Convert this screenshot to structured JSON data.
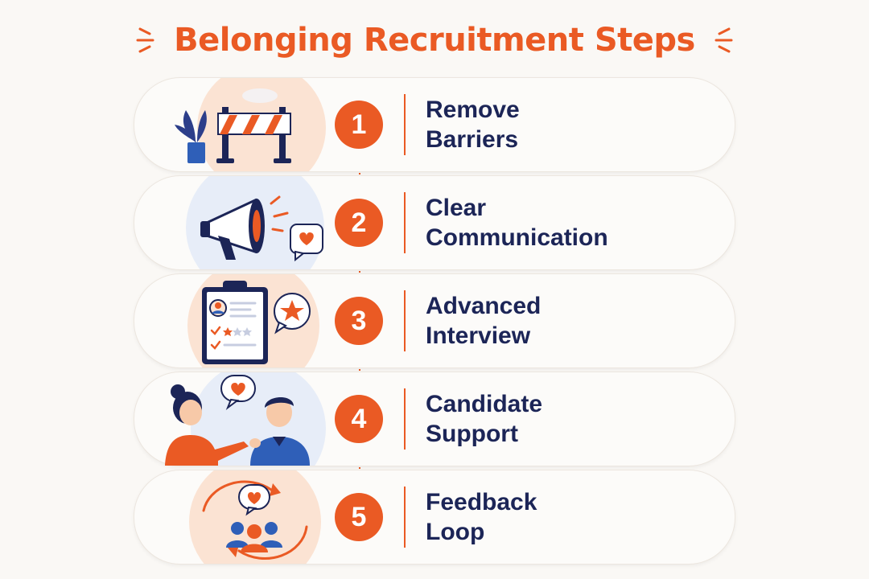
{
  "title": "Belonging Recruitment Steps",
  "colors": {
    "accent": "#ea5a24",
    "navy": "#1c2557",
    "background": "#faf8f5"
  },
  "steps": [
    {
      "number": "1",
      "label": "Remove\nBarriers",
      "icon": "roadblock-barrier-icon"
    },
    {
      "number": "2",
      "label": "Clear\nCommunication",
      "icon": "megaphone-icon"
    },
    {
      "number": "3",
      "label": "Advanced\nInterview",
      "icon": "clipboard-evaluation-icon"
    },
    {
      "number": "4",
      "label": "Candidate\nSupport",
      "icon": "people-conversation-icon"
    },
    {
      "number": "5",
      "label": "Feedback\nLoop",
      "icon": "feedback-loop-icon"
    }
  ]
}
